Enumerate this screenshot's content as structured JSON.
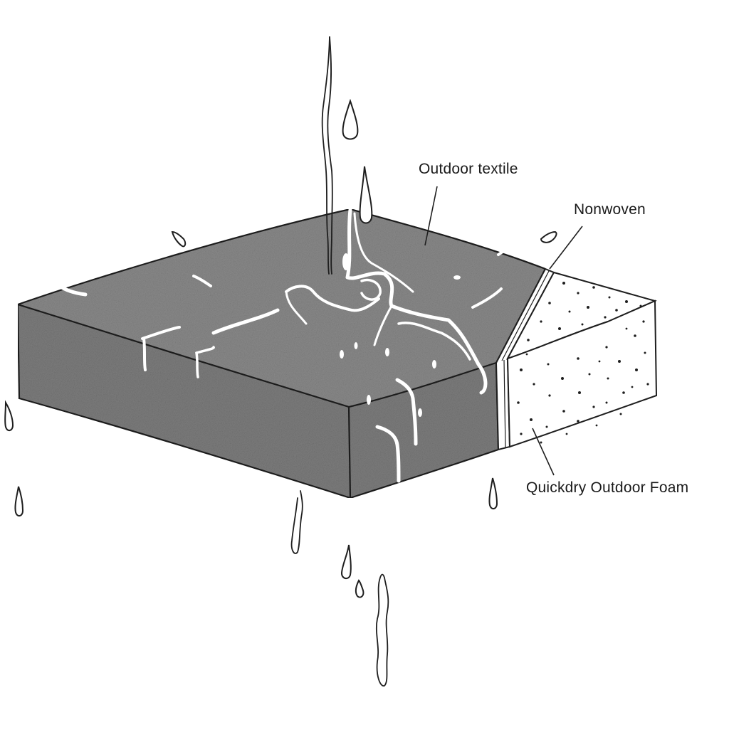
{
  "diagram": {
    "labels": {
      "outdoor_textile": "Outdoor textile",
      "nonwoven": "Nonwoven",
      "quickdry_foam": "Quickdry Outdoor Foam"
    },
    "colors": {
      "textile_fill": "#8a8a8a",
      "textile_side": "#7d7d7d",
      "foam_fill": "#ffffff",
      "ink": "#1e1e1e",
      "water": "#ffffff"
    }
  }
}
